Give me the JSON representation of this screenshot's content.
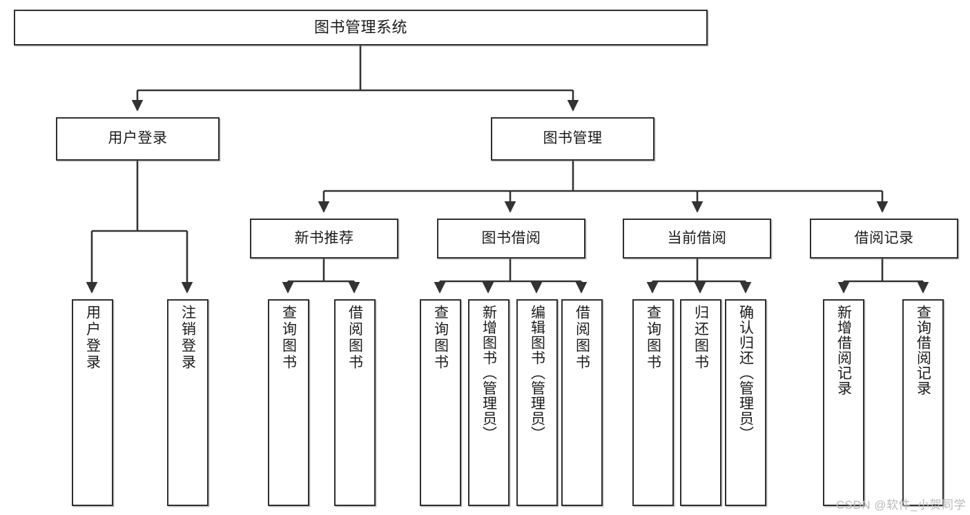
{
  "diagram": {
    "title": "图书管理系统",
    "type": "tree-hierarchy",
    "watermark": "CSDN @软件_小贺同学",
    "colors": {
      "box_border": "#2e2e2e",
      "box_fill": "#ffffff",
      "edge": "#333333",
      "text": "#1b1b1b",
      "watermark": "#b9b9b9",
      "background": "#ffffff"
    }
  },
  "nodes": {
    "root": {
      "label": "图书管理系统",
      "level": 1
    },
    "level2": [
      {
        "id": "user-login",
        "label": "用户登录"
      },
      {
        "id": "book-manage",
        "label": "图书管理"
      }
    ],
    "level3": [
      {
        "id": "new-book-recommend",
        "label": "新书推荐",
        "parent": "book-manage"
      },
      {
        "id": "book-borrow",
        "label": "图书借阅",
        "parent": "book-manage"
      },
      {
        "id": "current-borrow",
        "label": "当前借阅",
        "parent": "book-manage"
      },
      {
        "id": "borrow-record",
        "label": "借阅记录",
        "parent": "book-manage"
      }
    ],
    "leaves": {
      "user-login": [
        {
          "id": "leaf-user-login",
          "label": "用户登录"
        },
        {
          "id": "leaf-user-logout",
          "label": "注销登录"
        }
      ],
      "new-book-recommend": [
        {
          "id": "leaf-query-book-1",
          "label": "查询图书"
        },
        {
          "id": "leaf-borrow-book-1",
          "label": "借阅图书"
        }
      ],
      "book-borrow": [
        {
          "id": "leaf-query-book-2",
          "label": "查询图书"
        },
        {
          "id": "leaf-add-book",
          "label": "新增图书（管理员）"
        },
        {
          "id": "leaf-edit-book",
          "label": "编辑图书（管理员）"
        },
        {
          "id": "leaf-borrow-book-2",
          "label": "借阅图书"
        }
      ],
      "current-borrow": [
        {
          "id": "leaf-query-book-3",
          "label": "查询图书"
        },
        {
          "id": "leaf-return-book",
          "label": "归还图书"
        },
        {
          "id": "leaf-confirm-return",
          "label": "确认归还（管理员）"
        }
      ],
      "borrow-record": [
        {
          "id": "leaf-add-record",
          "label": "新增借阅记录"
        },
        {
          "id": "leaf-query-record",
          "label": "查询借阅记录"
        }
      ]
    }
  }
}
